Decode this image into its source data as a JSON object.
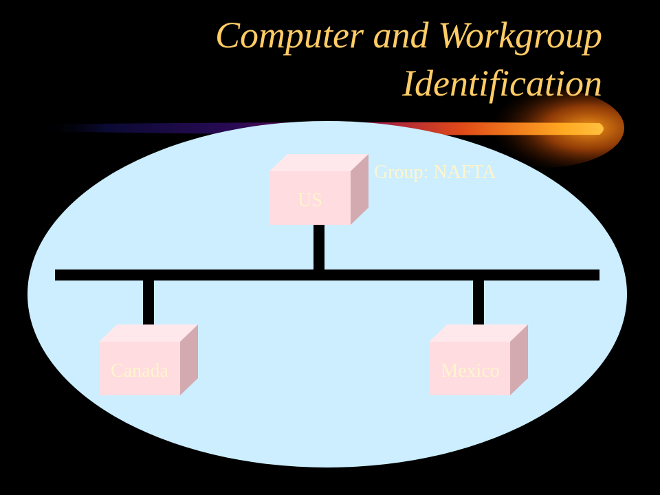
{
  "slide": {
    "title_lines": [
      "Computer and Workgroup",
      "Identification"
    ],
    "group_label": "Group: NAFTA"
  },
  "computers": [
    {
      "id": "us",
      "label": "US"
    },
    {
      "id": "canada",
      "label": "Canada"
    },
    {
      "id": "mexico",
      "label": "Mexico"
    }
  ],
  "colors": {
    "background": "#000000",
    "title": "#FFCC66",
    "ellipse": "#CCEEFF",
    "box_front": "#FFDCE0",
    "box_top": "#FFE8EB",
    "box_side": "#D2AAB0",
    "computer_label": "#FFF5CC",
    "bus_line": "#000000"
  }
}
